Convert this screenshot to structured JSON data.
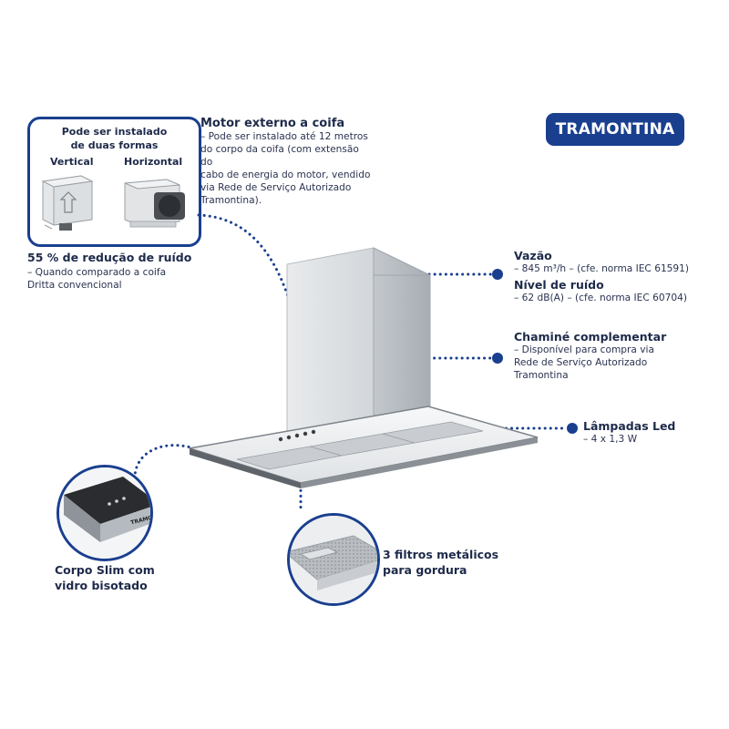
{
  "brand": "TRAMONTINA",
  "install_box": {
    "title_line1": "Pode ser instalado",
    "title_line2": "de duas formas",
    "vertical_label": "Vertical",
    "horizontal_label": "Horizontal"
  },
  "motor": {
    "title": "Motor externo a coifa",
    "line1": "– Pode ser instalado até 12 metros",
    "line2": "do corpo da coifa (com extensão do",
    "line3": "cabo de energia do motor, vendido",
    "line4": "via Rede de Serviço Autorizado",
    "line5": "Tramontina)."
  },
  "noise_reduction": {
    "title": "55 % de redução de ruído",
    "line1": "– Quando comparado a coifa",
    "line2": "Dritta convencional"
  },
  "flow": {
    "title": "Vazão",
    "value": "– 845 m³/h – (cfe. norma IEC 61591)"
  },
  "noise_level": {
    "title": "Nível de ruído",
    "value": "– 62 dB(A) – (cfe. norma IEC 60704)"
  },
  "chimney": {
    "title": "Chaminé complementar",
    "line1": "– Disponível para compra via",
    "line2": "Rede de Serviço Autorizado",
    "line3": "Tramontina"
  },
  "lamps": {
    "title": "Lâmpadas Led",
    "value": "– 4 x 1,3 W"
  },
  "slim_body": {
    "line1": "Corpo Slim com",
    "line2": "vidro bisotado",
    "inset_text": "TRAMONTINA"
  },
  "filters": {
    "line1": "3 filtros metálicos",
    "line2": "para gordura"
  },
  "colors": {
    "accent": "#1a3f8f",
    "text": "#1e2a4a",
    "steel": "#d9dde1"
  }
}
